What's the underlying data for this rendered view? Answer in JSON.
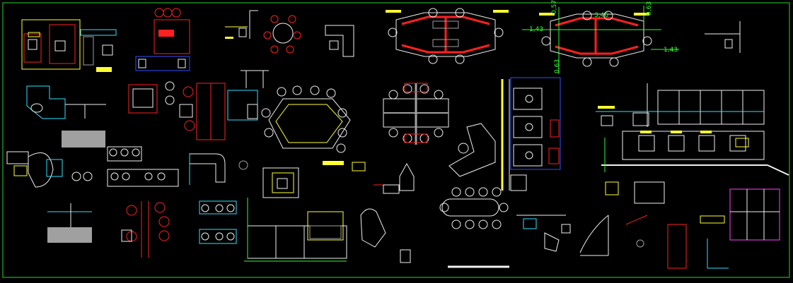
{
  "colors": {
    "background": "#000000",
    "frame": "#2bd62b",
    "white": "#f0f0f0",
    "red": "#ff2020",
    "yellow": "#ffff33",
    "cyan": "#33e0ff",
    "blue": "#3050ff",
    "green": "#30ff30",
    "magenta": "#ff40ff",
    "grey": "#a0a0a0",
    "orange": "#ff8c20"
  },
  "dimensions": {
    "top_346": "3,46",
    "left_143": "1,43",
    "right_143": "1,43",
    "side_063a": "0,63",
    "side_063b": "0,63",
    "top_057": "0,57"
  }
}
